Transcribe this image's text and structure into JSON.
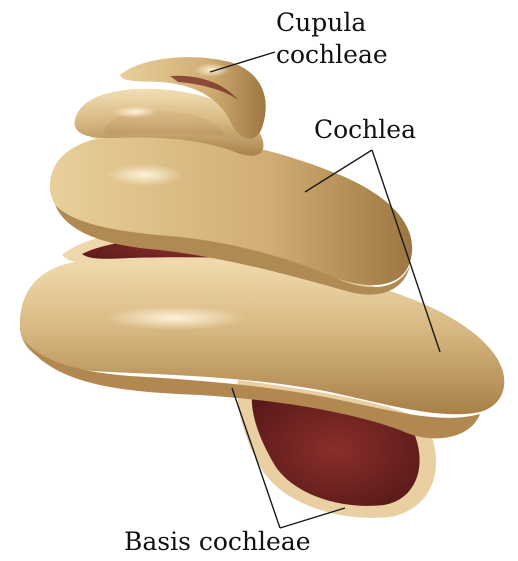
{
  "labels": {
    "cupula_line1": "Cupula",
    "cupula_line2": "cochleae",
    "cochlea": "Cochlea",
    "basis": "Basis cochleae"
  },
  "colors": {
    "wall": "#d6b680",
    "wall_light": "#f3dfb2",
    "wall_dark": "#a98049",
    "lumen": "#6e2020",
    "lumen_rim": "#f1dcc0",
    "leader": "#1a1a1a"
  }
}
